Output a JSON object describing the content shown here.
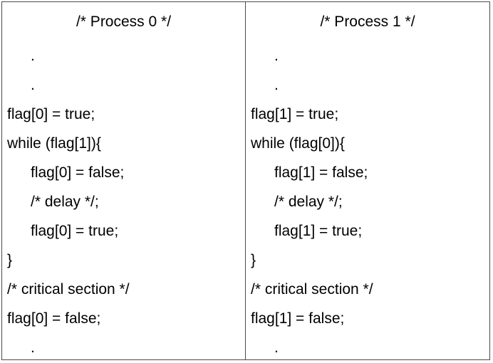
{
  "process0": {
    "header": "/* Process 0 */",
    "lines": [
      ".",
      ".",
      "flag[0] = true;",
      "while (flag[1]){",
      "flag[0] = false;",
      "/* delay */;",
      "flag[0] = true;",
      "}",
      "/* critical section */",
      "flag[0] = false;",
      "."
    ]
  },
  "process1": {
    "header": "/* Process 1 */",
    "lines": [
      ".",
      ".",
      "flag[1] = true;",
      "while (flag[0]){",
      "flag[1] = false;",
      "/* delay */;",
      "flag[1] = true;",
      "}",
      "/* critical section */",
      "flag[1] = false;",
      "."
    ]
  }
}
